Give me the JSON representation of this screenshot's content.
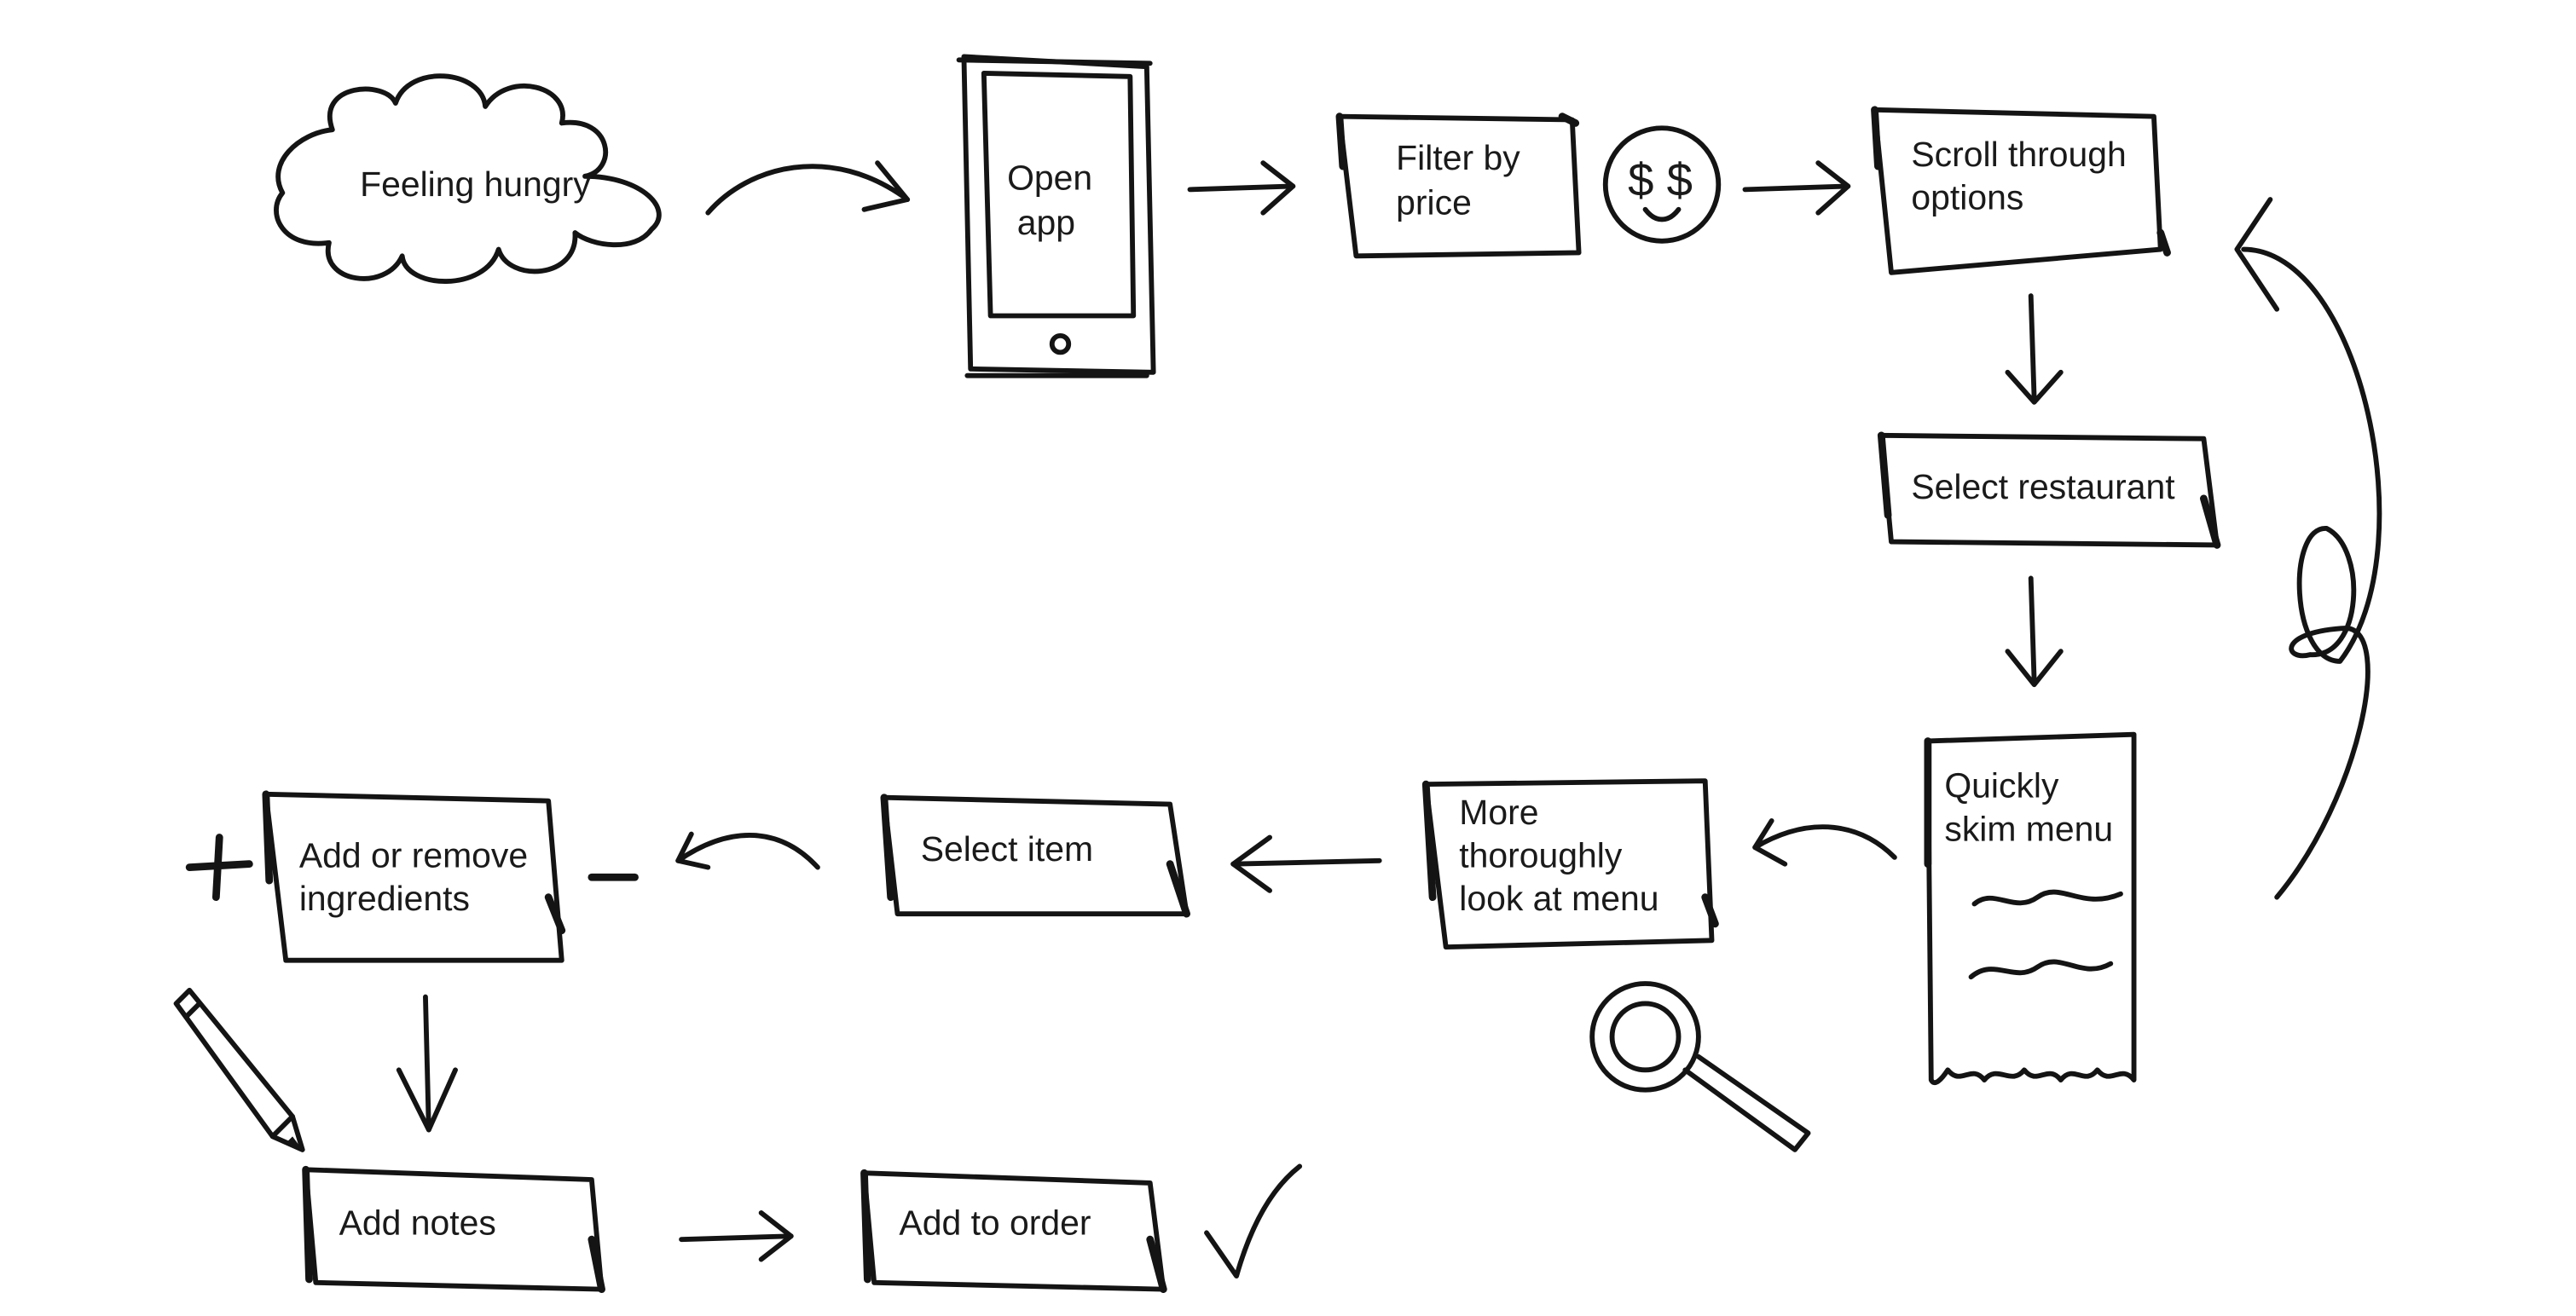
{
  "diagram": {
    "steps": [
      {
        "id": "feeling-hungry",
        "lines": [
          "Feeling hungry"
        ]
      },
      {
        "id": "open-app",
        "lines": [
          "Open",
          "app"
        ]
      },
      {
        "id": "filter-by-price",
        "lines": [
          "Filter by",
          "price"
        ]
      },
      {
        "id": "scroll-options",
        "lines": [
          "Scroll through",
          "options"
        ]
      },
      {
        "id": "select-restaurant",
        "lines": [
          "Select restaurant"
        ]
      },
      {
        "id": "quickly-skim-menu",
        "lines": [
          "Quickly",
          "skim menu"
        ]
      },
      {
        "id": "look-at-menu",
        "lines": [
          "More",
          "thoroughly",
          "look at menu"
        ]
      },
      {
        "id": "select-item",
        "lines": [
          "Select item"
        ]
      },
      {
        "id": "add-remove-ingredients",
        "lines": [
          "Add or remove",
          "ingredients"
        ]
      },
      {
        "id": "add-notes",
        "lines": [
          "Add notes"
        ]
      },
      {
        "id": "add-to-order",
        "lines": [
          "Add to order"
        ]
      }
    ],
    "glyphs": {
      "price_symbol": "$ $",
      "plus_symbol": "+",
      "minus_symbol": "–"
    },
    "decorations": [
      "cloud-icon",
      "phone-icon",
      "money-coin-icon",
      "receipt-icon",
      "magnifier-icon",
      "pencil-icon",
      "checkmark-icon",
      "loop-arrow-icon"
    ],
    "ink_color": "#141414"
  }
}
